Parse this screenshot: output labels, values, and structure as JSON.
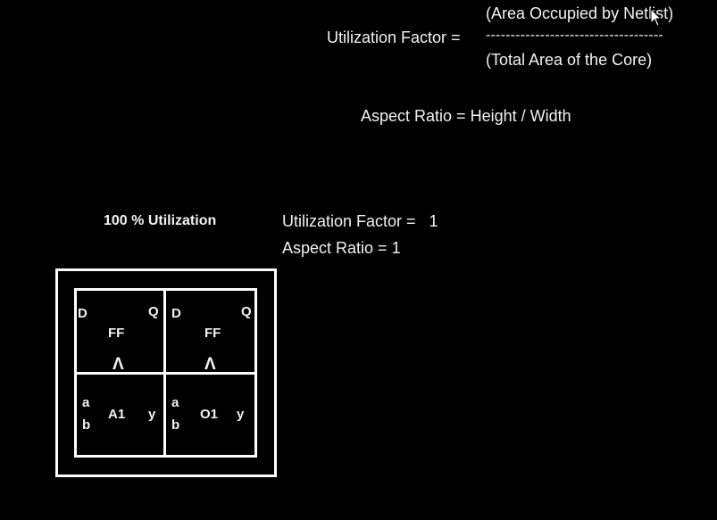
{
  "formula": {
    "label": "Utilization Factor =",
    "numerator": "(Area Occupied by Netlist)",
    "divider": "------------------------------------",
    "denominator": "(Total Area of the Core)"
  },
  "aspect_formula": "Aspect Ratio = Height / Width",
  "example": {
    "heading": "100 % Utilization",
    "util_factor": "Utilization Factor =   1",
    "aspect_ratio": "Aspect Ratio = 1"
  },
  "cells": {
    "ff_left": {
      "d": "D",
      "q": "Q",
      "name": "FF",
      "clk": "Λ"
    },
    "ff_right": {
      "d": "D",
      "q": "Q",
      "name": "FF",
      "clk": "Λ"
    },
    "and_gate": {
      "a": "a",
      "b": "b",
      "name": "A1",
      "y": "y"
    },
    "or_gate": {
      "a": "a",
      "b": "b",
      "name": "O1",
      "y": "y"
    }
  }
}
